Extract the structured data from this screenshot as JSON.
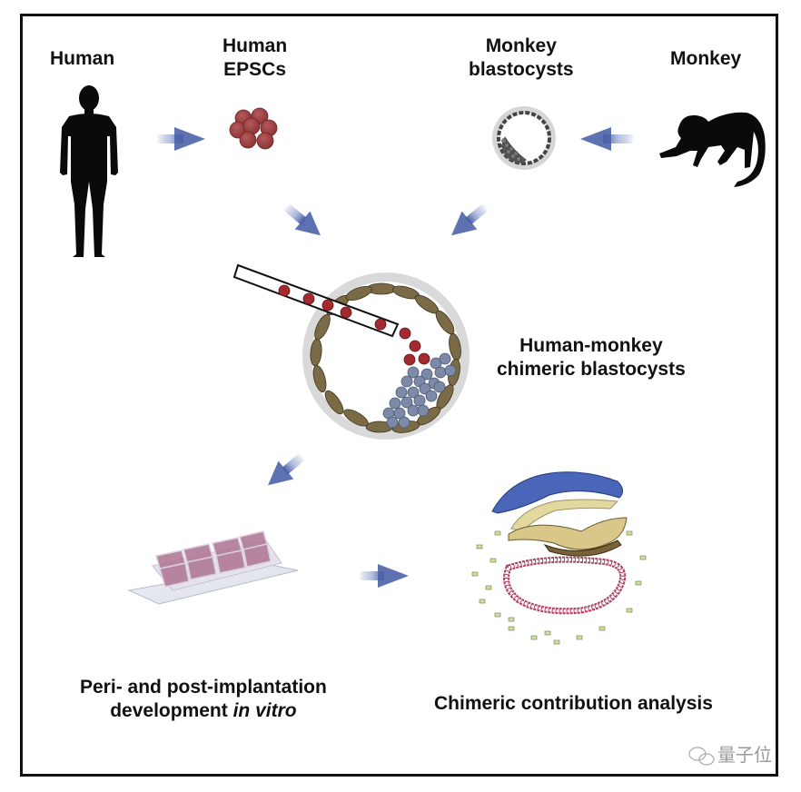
{
  "figure": {
    "title": "Human-monkey chimeric blastocyst workflow",
    "labels": {
      "human": "Human",
      "human_epscs_line1": "Human",
      "human_epscs_line2": "EPSCs",
      "monkey_blastocysts_line1": "Monkey",
      "monkey_blastocysts_line2": "blastocysts",
      "monkey": "Monkey",
      "chimeric_line1": "Human-monkey",
      "chimeric_line2": "chimeric blastocysts",
      "culture_line1": "Peri- and post-implantation",
      "culture_line2_plain": "development ",
      "culture_line2_italic": "in vitro",
      "analysis": "Chimeric contribution analysis"
    },
    "icons": {
      "human": "human-silhouette-icon",
      "monkey": "monkey-silhouette-icon",
      "epscs": "cell-cluster-icon",
      "monkey_blastocyst": "blastocyst-icon",
      "chimeric_blastocyst": "injection-blastocyst-icon",
      "culture": "chamber-slide-icon",
      "analysis": "embryo-section-icon"
    },
    "colors": {
      "arrow": "#5a6fb0",
      "human_cell": "#9b3a3c",
      "monkey_cell": "#7c8aa8",
      "trophectoderm": "#7a6a45",
      "zona": "#d4d4d4",
      "epiblast": "#4a66b8",
      "amnion": "#d8c98a",
      "yolk_sac": "#b04060"
    }
  },
  "watermark": {
    "icon": "wechat-icon",
    "text": "量子位"
  }
}
